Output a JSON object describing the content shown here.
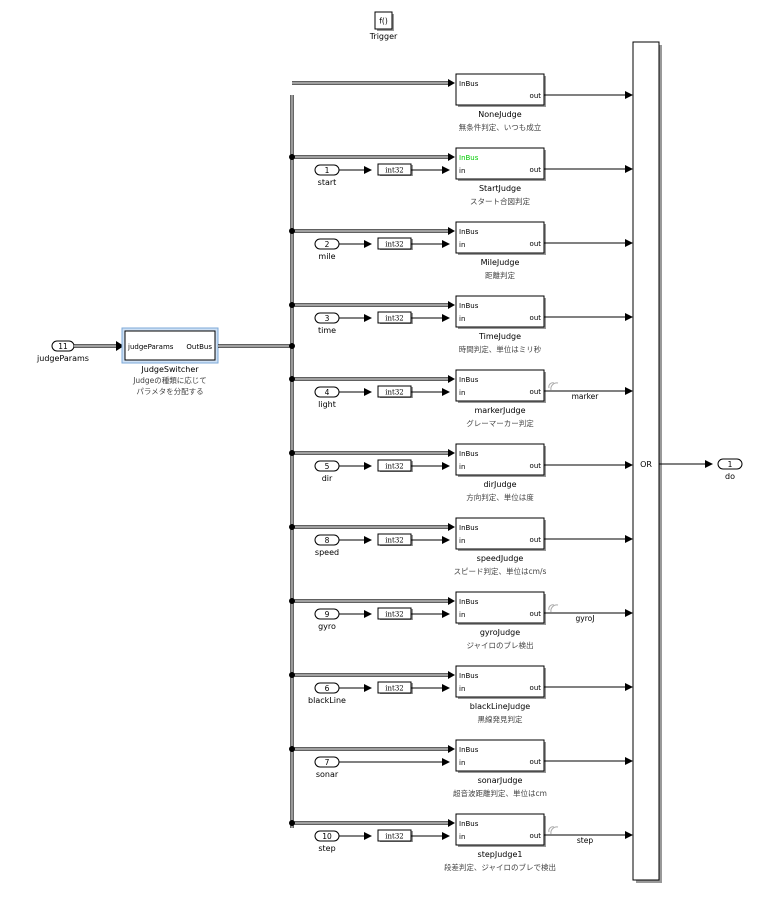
{
  "trigger": {
    "symbol": "f()",
    "label": "Trigger"
  },
  "input_port": {
    "number": "11",
    "label": "judgeParams"
  },
  "switcher": {
    "in_port": "judgeParams",
    "out_port": "OutBus",
    "name": "JudgeSwitcher",
    "desc1": "Judgeの種類に応じて",
    "desc2": "パラメタを分配する"
  },
  "rows": [
    {
      "name": "NoneJudge",
      "desc": "無条件判定、いつも成立",
      "inbus": "InBus",
      "out": "out"
    },
    {
      "name": "StartJudge",
      "desc": "スタート合図判定",
      "inbus": "InBus",
      "in": "in",
      "out": "out",
      "port_num": "1",
      "port_label": "start",
      "conv": "int32",
      "inbus_color": "#00cc00"
    },
    {
      "name": "MileJudge",
      "desc": "距離判定",
      "inbus": "InBus",
      "in": "in",
      "out": "out",
      "port_num": "2",
      "port_label": "mile",
      "conv": "int32"
    },
    {
      "name": "TimeJudge",
      "desc": "時間判定、単位はミリ秒",
      "inbus": "InBus",
      "in": "in",
      "out": "out",
      "port_num": "3",
      "port_label": "time",
      "conv": "int32"
    },
    {
      "name": "markerJudge",
      "desc": "グレーマーカー判定",
      "inbus": "InBus",
      "in": "in",
      "out": "out",
      "port_num": "4",
      "port_label": "light",
      "conv": "int32",
      "signal": "marker"
    },
    {
      "name": "dirJudge",
      "desc": "方向判定、単位は度",
      "inbus": "InBus",
      "in": "in",
      "out": "out",
      "port_num": "5",
      "port_label": "dir",
      "conv": "int32"
    },
    {
      "name": "speedJudge",
      "desc": "スピード判定、単位はcm/s",
      "inbus": "InBus",
      "in": "in",
      "out": "out",
      "port_num": "8",
      "port_label": "speed",
      "conv": "int32"
    },
    {
      "name": "gyroJudge",
      "desc": "ジャイロのブレ検出",
      "inbus": "InBus",
      "in": "in",
      "out": "out",
      "port_num": "9",
      "port_label": "gyro",
      "conv": "int32",
      "signal": "gyroJ"
    },
    {
      "name": "blackLineJudge",
      "desc": "黒線発見判定",
      "inbus": "InBus",
      "in": "in",
      "out": "out",
      "port_num": "6",
      "port_label": "blackLine",
      "conv": "int32"
    },
    {
      "name": "sonarJudge",
      "desc": "超音波距離判定、単位はcm",
      "inbus": "InBus",
      "in": "in",
      "out": "out",
      "port_num": "7",
      "port_label": "sonar"
    },
    {
      "name": "stepJudge1",
      "desc": "段差判定、ジャイロのブレで検出",
      "inbus": "InBus",
      "in": "in",
      "out": "out",
      "port_num": "10",
      "port_label": "step",
      "conv": "int32",
      "signal": "step"
    }
  ],
  "or_block": {
    "label": "OR"
  },
  "output_port": {
    "number": "1",
    "label": "do"
  }
}
